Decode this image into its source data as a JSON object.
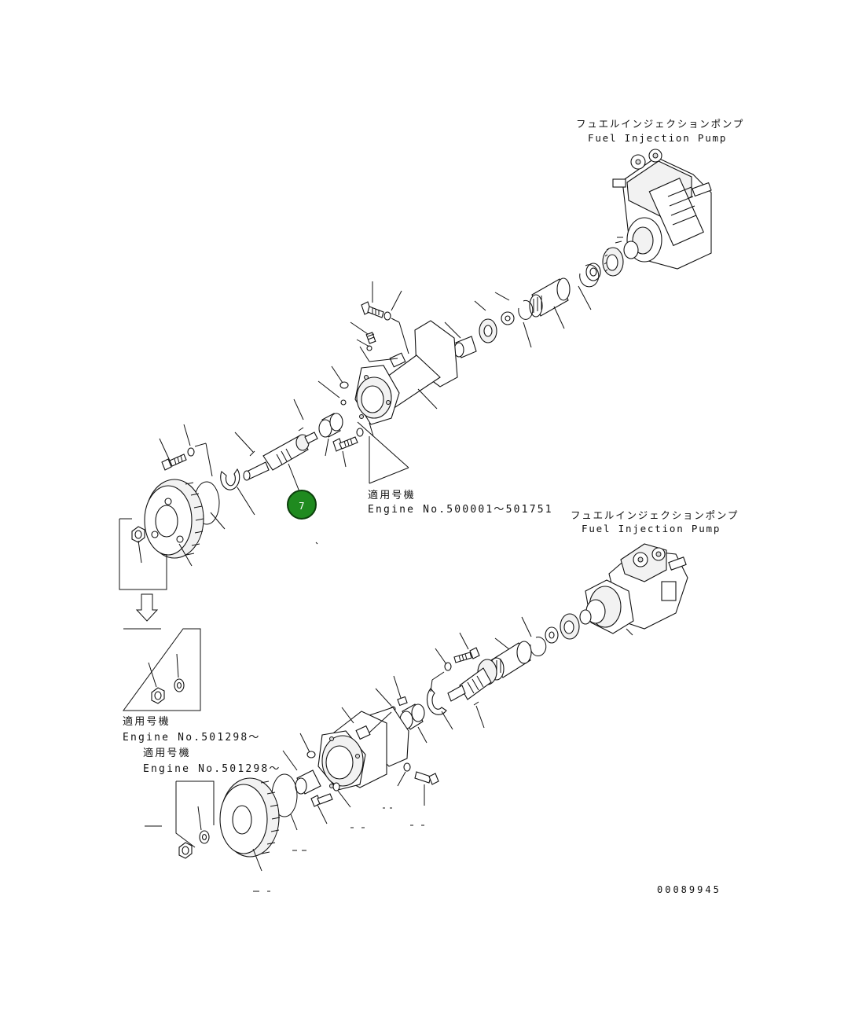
{
  "labels": {
    "upper_pump_jp": "フュエルインジェクションポンプ",
    "upper_pump_en": "Fuel Injection Pump",
    "lower_pump_jp": "フュエルインジェクションポンプ",
    "lower_pump_en": "Fuel Injection Pump",
    "applic_upper_jp": "適用号機",
    "applic_upper_en": "Engine No.500001～501751",
    "applic_box_jp": "適用号機",
    "applic_box_en": "Engine No.501298～",
    "applic_lower_jp": "適用号機",
    "applic_lower_en": "Engine No.501298～",
    "drawing_id": "00089945"
  },
  "callout": {
    "number": "7",
    "color": "#1f8a1f",
    "border": "#0c3f0c",
    "text_color": "#ffffff"
  }
}
